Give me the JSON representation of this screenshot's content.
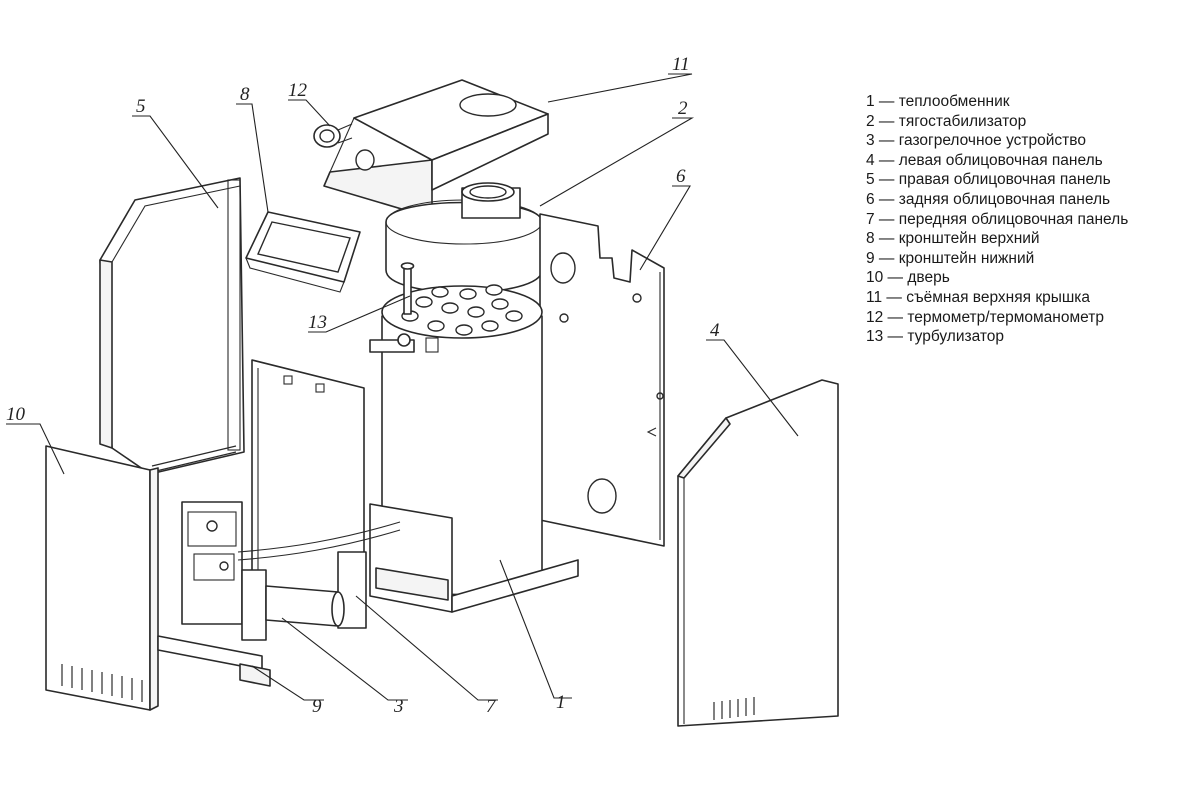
{
  "callouts": {
    "c1": "1",
    "c2": "2",
    "c3": "3",
    "c4": "4",
    "c5": "5",
    "c6": "6",
    "c7": "7",
    "c8": "8",
    "c9": "9",
    "c10": "10",
    "c11": "11",
    "c12": "12",
    "c13": "13"
  },
  "legend": [
    "1 — теплообменник",
    "2 — тягостабилизатор",
    "3 — газогрелочное устройство",
    "4 — левая облицовочная панель",
    "5 — правая облицовочная панель",
    "6 — задняя облицовочная панель",
    "7 — передняя облицовочная панель",
    "8 — кронштейн верхний",
    "9 — кронштейн нижний",
    "10 — дверь",
    "11 — съёмная верхняя крышка",
    "12 — термометр/термоманометр",
    "13 — турбулизатор"
  ]
}
